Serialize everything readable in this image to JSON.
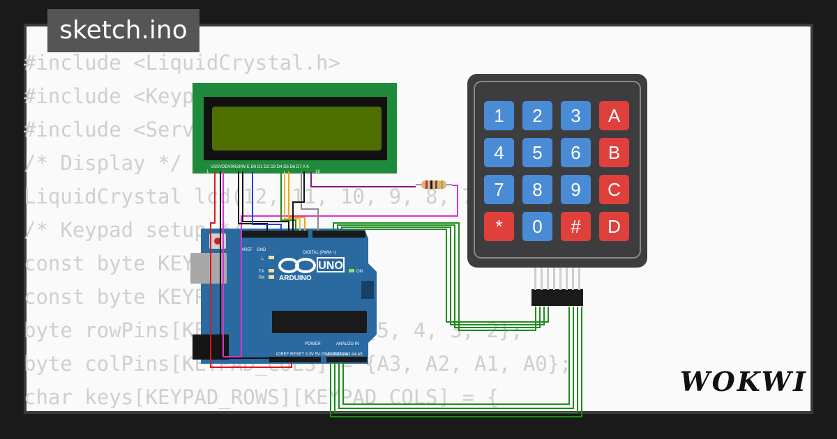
{
  "sketch_title": "sketch.ino",
  "brand_logo": "WOKWI",
  "code_lines": [
    "#include <LiquidCrystal.h>",
    "#include <Keypad.h>",
    "#include <Servo.h>",
    "/* Display */",
    "LiquidCrystal lcd(12, 11, 10, 9, 8, 7);",
    "/* Keypad setup */",
    "const byte KEYPAD_ROWS = 4;",
    "const byte KEYPAD_COLS = 4;",
    "byte rowPins[KEYPAD_ROWS] = {5, 4, 3, 2};",
    "byte colPins[KEYPAD_COLS] = {A3, A2, A1, A0};",
    "char keys[KEYPAD_ROWS][KEYPAD_COLS] = {"
  ],
  "keypad": {
    "keys": [
      {
        "label": "1",
        "kind": "digit"
      },
      {
        "label": "2",
        "kind": "digit"
      },
      {
        "label": "3",
        "kind": "digit"
      },
      {
        "label": "A",
        "kind": "letter"
      },
      {
        "label": "4",
        "kind": "digit"
      },
      {
        "label": "5",
        "kind": "digit"
      },
      {
        "label": "6",
        "kind": "digit"
      },
      {
        "label": "B",
        "kind": "letter"
      },
      {
        "label": "7",
        "kind": "digit"
      },
      {
        "label": "8",
        "kind": "digit"
      },
      {
        "label": "9",
        "kind": "digit"
      },
      {
        "label": "C",
        "kind": "letter"
      },
      {
        "label": "*",
        "kind": "letter"
      },
      {
        "label": "0",
        "kind": "digit"
      },
      {
        "label": "#",
        "kind": "letter"
      },
      {
        "label": "D",
        "kind": "letter"
      }
    ]
  },
  "lcd": {
    "pin_labels": "VSSVDDV0RSRW E D0 D1 D2 D3 D4 D5 D6 D7  A  K",
    "first_pin": "1",
    "last_pin": "16"
  },
  "arduino": {
    "brand": "ARDUINO",
    "model": "UNO",
    "digital_label": "DIGITAL (PWM ~)",
    "power_label": "POWER",
    "analog_label": "ANALOG IN",
    "on_label": "ON",
    "l_label": "L",
    "tx_label": "TX",
    "rx_label": "RX",
    "aref_label": "AREF",
    "gnd_label": "GND",
    "analog_pins": "A0 A1 A2 A3 A4 A5",
    "power_pins": "IOREF RESET 3.3V 5V GND GND Vin"
  },
  "colors": {
    "background": "#1a1a1a",
    "paper": "#fafafa",
    "code_text": "#cfcfcf",
    "arduino_board": "#2a6aa0",
    "lcd_pcb": "#1f8a3b",
    "lcd_screen": "#4f6e00",
    "keypad_body": "#3d3d40",
    "key_blue": "#4a8bd6",
    "key_red": "#e0403c",
    "wire_green": "#1e8c1e",
    "wire_red": "#e0141e",
    "wire_magenta": "#e030d0",
    "wire_purple": "#8a168a",
    "wire_orange": "#f0a020",
    "wire_yellow": "#e8c020",
    "wire_blue": "#2040e0",
    "wire_gray": "#8a8a8a",
    "wire_black": "#111111"
  }
}
